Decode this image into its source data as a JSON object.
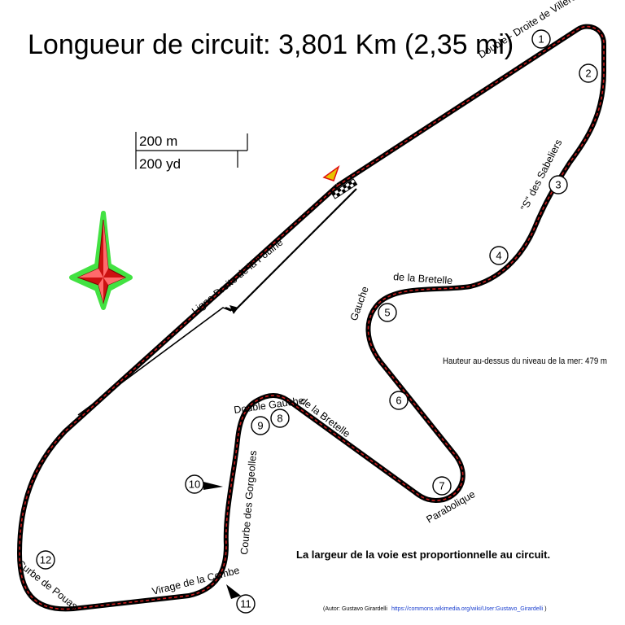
{
  "title": "Longueur de circuit: 3,801 Km (2,35 mi)",
  "scale": {
    "metric": "200 m",
    "imperial": "200 yd"
  },
  "corners": [
    {
      "id": "curbe-de-pouas",
      "label": "Curbe de Pouas"
    },
    {
      "id": "virage-de-la-combe",
      "label": "Virage de la Combe"
    },
    {
      "id": "courbe-des-gorgeolles",
      "label": "Courbe des Gorgeolles"
    },
    {
      "id": "double-gauche-de-la-bretelle",
      "label": "Double Gauche de la Bretelle"
    },
    {
      "id": "parabolique",
      "label": "Parabolique"
    },
    {
      "id": "gauche-de-la-bretelle",
      "label": "Gauche de la Bretelle"
    },
    {
      "id": "s-des-sabeliers",
      "label": "\"S\" des Sabeliers"
    },
    {
      "id": "double-droite-de-villeroy",
      "label": "Double - Droite de Villeroy"
    },
    {
      "id": "ligne-droite-de-la-fouine",
      "label": "Ligne Droite de la Fouine"
    }
  ],
  "turn_numbers": [
    "1",
    "2",
    "3",
    "4",
    "5",
    "6",
    "7",
    "8",
    "9",
    "10",
    "11",
    "12"
  ],
  "elevation": "Hauteur au-dessus du niveau de la mer: 479 m",
  "width_note": "La largeur de la voie est proportionnelle au circuit.",
  "credit": {
    "prefix": "(Autor: Gustavo Girardelli",
    "link": "https://commons.wikimedia.org/wiki/User:Gustavo_Girardelli",
    "suffix": ")"
  },
  "colors": {
    "track": "#000000",
    "centerline": "#cc1f1f",
    "compass_glow": "#22dd22",
    "compass_star": "#cc1111",
    "start_flag": "#e8c400",
    "start_flag_accent": "#e01010",
    "link": "#1a3fcf"
  },
  "icons": {
    "compass": "compass-rose-icon",
    "start_finish": "checkered-flag-icon",
    "start_position": "start-flag-icon"
  }
}
